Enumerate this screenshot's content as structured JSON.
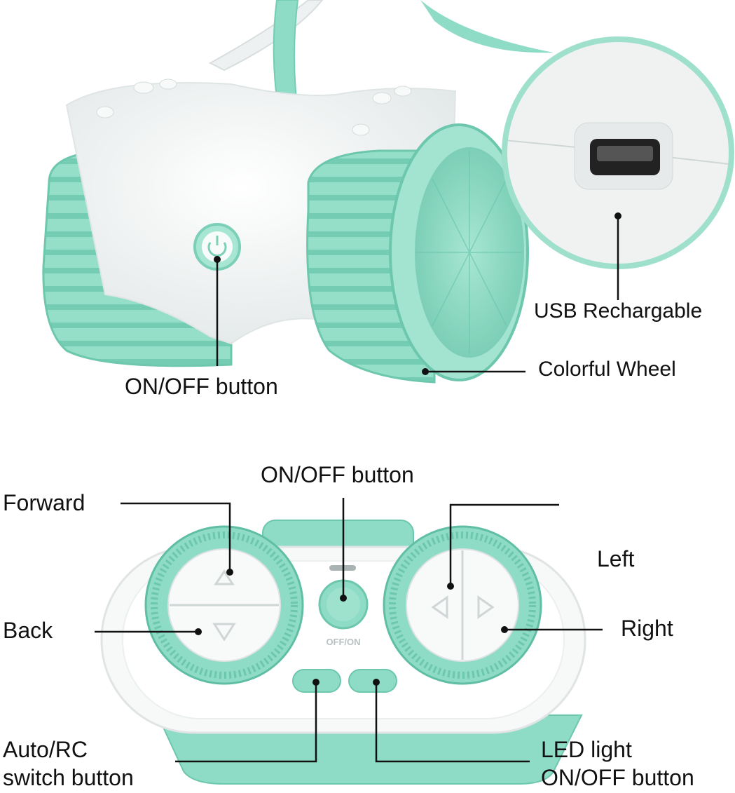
{
  "toy_callouts": {
    "usb": "USB Rechargable",
    "wheel": "Colorful Wheel",
    "power": "ON/OFF button"
  },
  "remote_callouts": {
    "power": "ON/OFF button",
    "forward": "Forward",
    "back": "Back",
    "left": "Left",
    "right": "Right",
    "auto_rc_line1": "Auto/RC",
    "auto_rc_line2": "switch button",
    "led_line1": "LED light",
    "led_line2": "ON/OFF button",
    "off_on_marking": "OFF/ON"
  },
  "colors": {
    "mint": "#8fdcc6",
    "mint_dark": "#6cc7ad",
    "body_white": "#f4f6f6",
    "leader": "#111111"
  }
}
